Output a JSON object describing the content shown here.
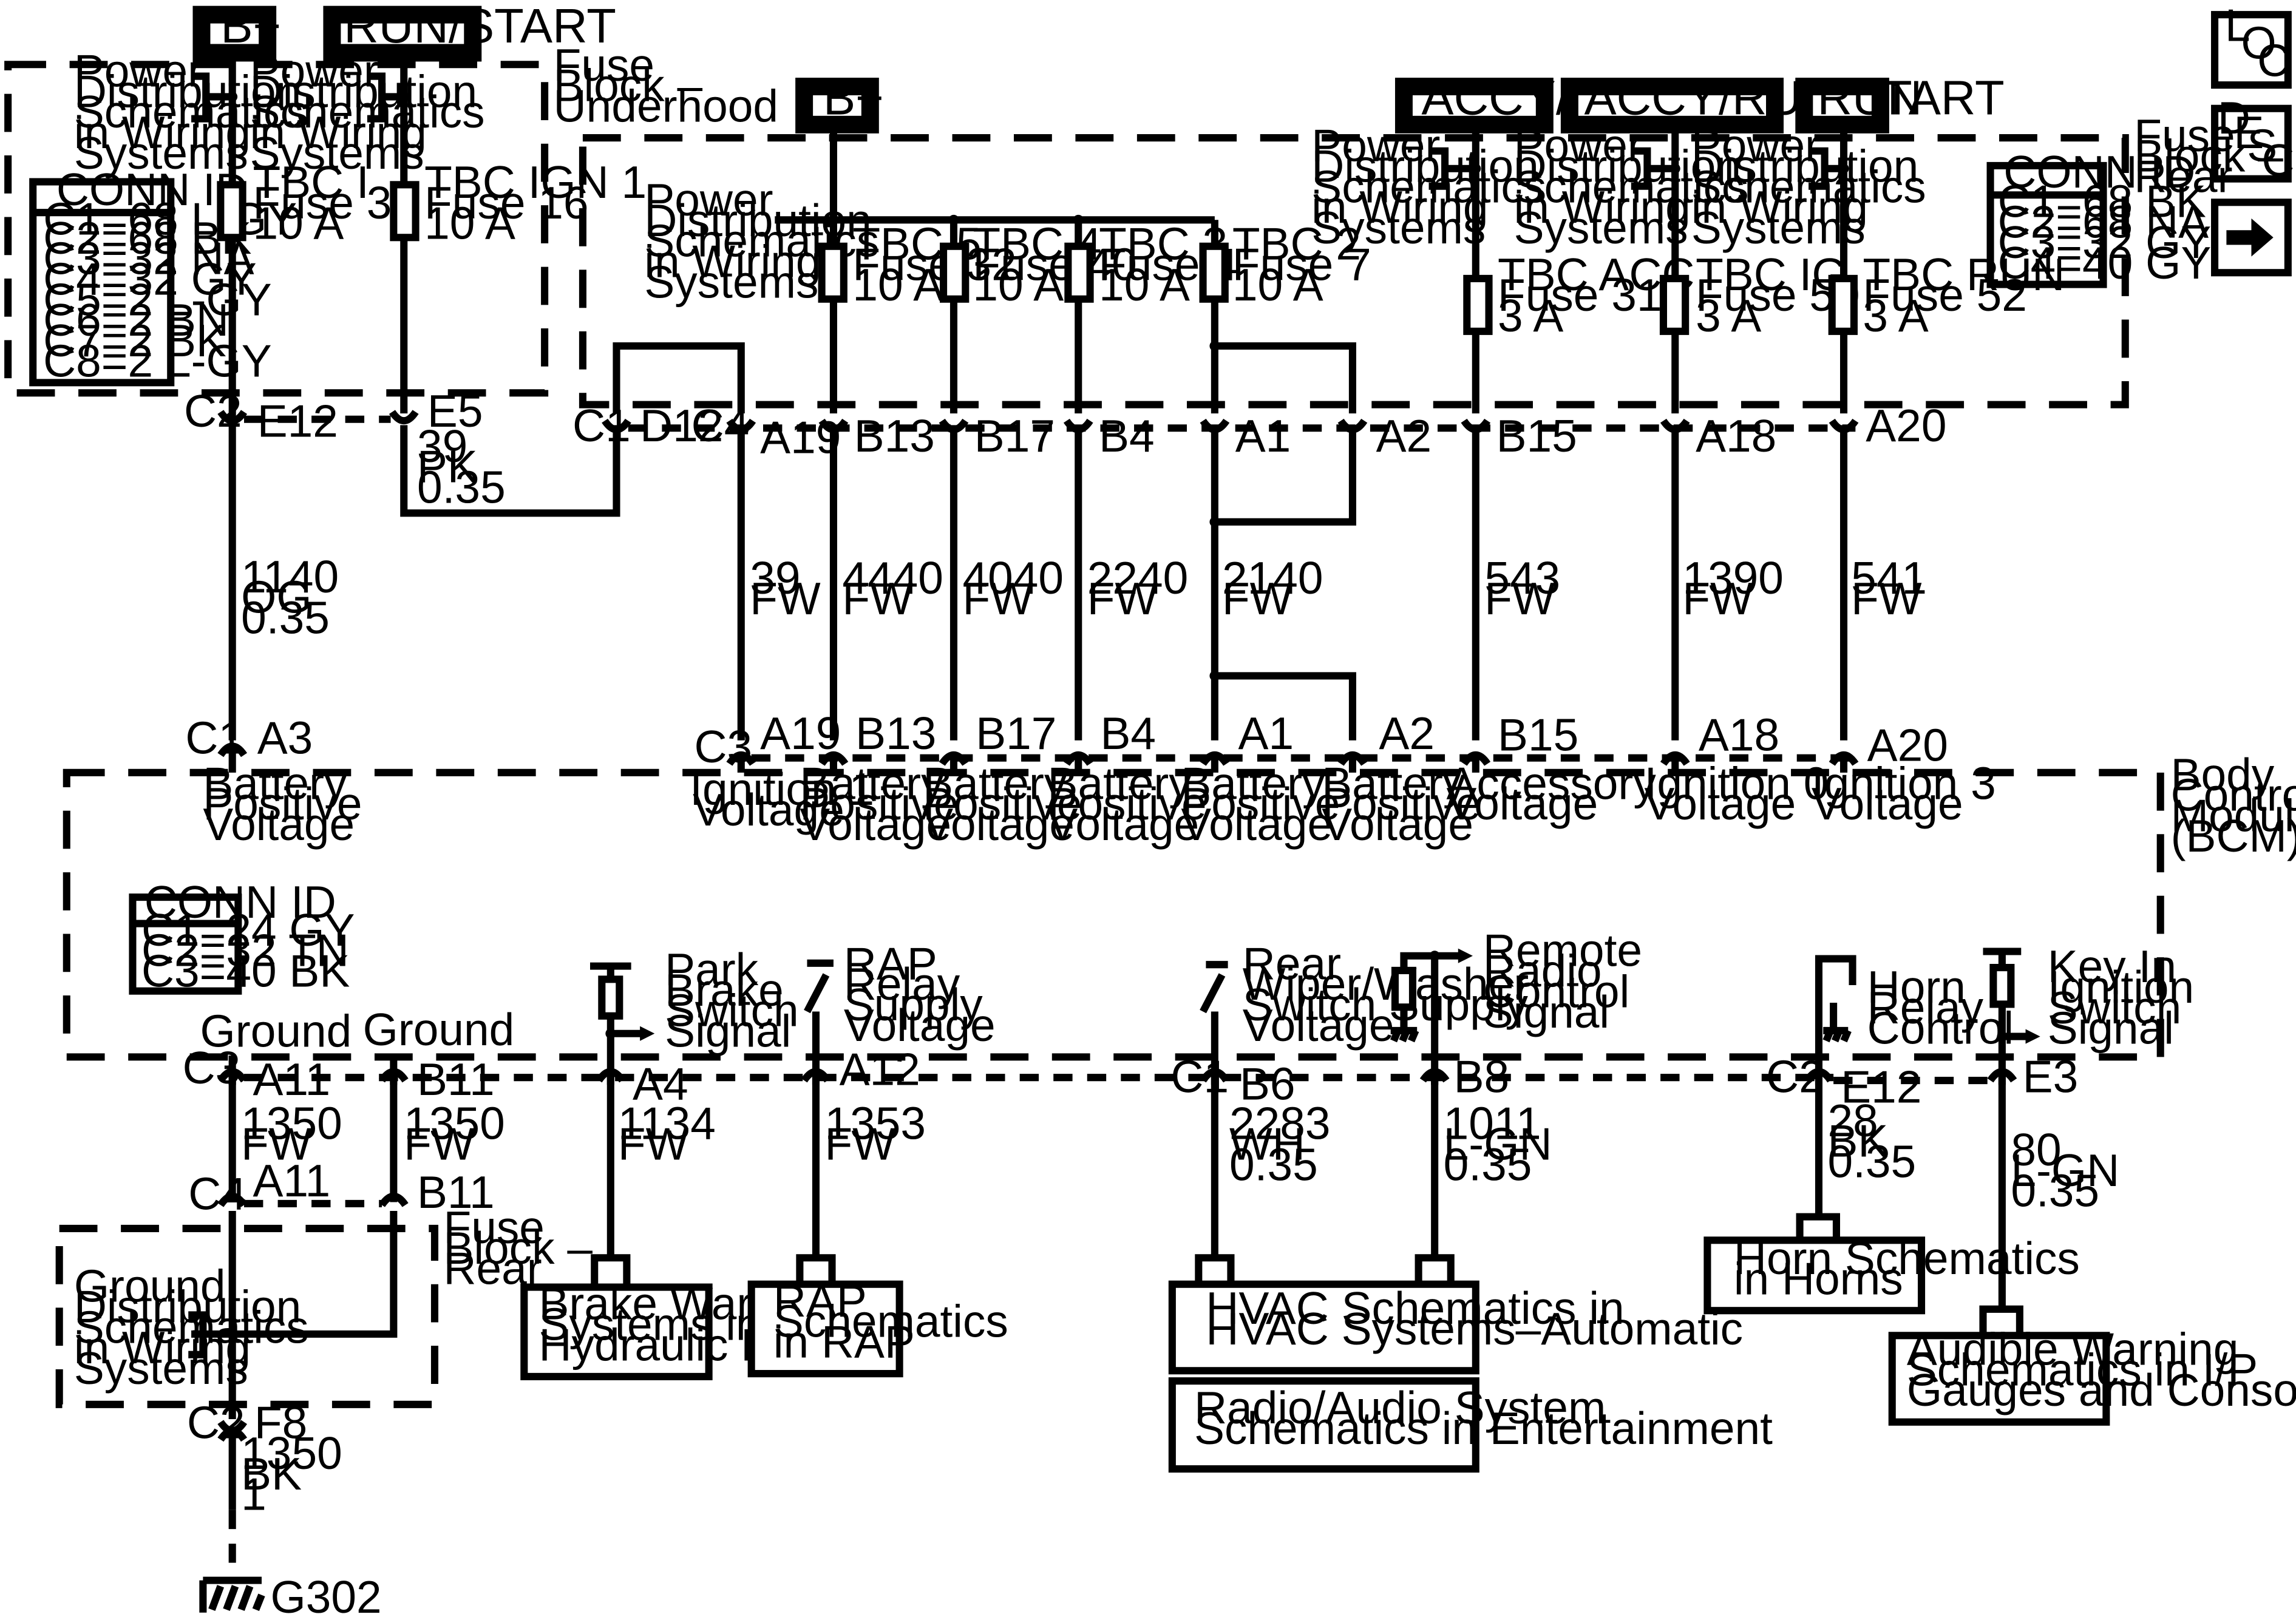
{
  "power_sources": [
    {
      "id": "bplus1",
      "label": "B+"
    },
    {
      "id": "runstart",
      "label": "RUN/START"
    },
    {
      "id": "bplus2",
      "label": "B+"
    },
    {
      "id": "accyrun",
      "label": "ACCY/RUN"
    },
    {
      "id": "accyrunstart",
      "label": "ACCY/RUN/START"
    },
    {
      "id": "run",
      "label": "RUN"
    }
  ],
  "nav": {
    "loc": [
      "L",
      "O",
      "C"
    ],
    "desc": [
      "D",
      "E",
      "S",
      "C"
    ],
    "arrow": "next-arrow"
  },
  "fuse_block_underhood": {
    "label": [
      "Fuse",
      "Block –",
      "Underhood"
    ],
    "pd_text": [
      "Power",
      "Distribution",
      "Schematics",
      "in Wiring",
      "Systems"
    ],
    "conn_id": {
      "title": "CONN ID",
      "rows": [
        "C1=68 L-GY",
        "C2=68 BK",
        "C3=32 NA",
        "C4=32 GY",
        "C5=2 L-GY",
        "C6=2 BN",
        "C7=2 BK",
        "C8=2 L-GY"
      ]
    },
    "fuses": [
      {
        "lines": [
          "TBC I",
          "Fuse 31",
          "10 A"
        ]
      },
      {
        "lines": [
          "TBC IGN 1",
          "Fuse 16",
          "10 A"
        ]
      }
    ],
    "pins": {
      "c2": "C2",
      "e12": "E12",
      "e5": "E5"
    }
  },
  "fuse_block_rear": {
    "label": [
      "Fuse",
      "Block –",
      "Rear"
    ],
    "pd_text": [
      "Power",
      "Distribution",
      "Schematics",
      "in Wiring",
      "Systems"
    ],
    "conn_id": {
      "title": "CONN ID",
      "rows": [
        "C1=68 BK",
        "C2=68 NA",
        "C3=32 GY",
        "C4=40 GY"
      ]
    },
    "fuses": [
      {
        "lines": [
          "TBC 5",
          "Fuse 32",
          "10 A"
        ]
      },
      {
        "lines": [
          "TBC 4",
          "Fuse 40",
          "10 A"
        ]
      },
      {
        "lines": [
          "TBC 3",
          "Fuse 4",
          "10 A"
        ]
      },
      {
        "lines": [
          "TBC 2",
          "Fuse 7",
          "10 A"
        ]
      },
      {
        "lines": [
          "TBC ACC",
          "Fuse 31",
          "3 A"
        ]
      },
      {
        "lines": [
          "TBC IG",
          "Fuse 50",
          "3 A"
        ]
      },
      {
        "lines": [
          "TBC RUN",
          "Fuse 52",
          "3 A"
        ]
      }
    ],
    "pins": {
      "c1": "C1",
      "d12": "D12",
      "c4": "C4",
      "a19": "A19",
      "b13": "B13",
      "b17": "B17",
      "b4": "B4",
      "a1": "A1",
      "a2": "A2",
      "b15": "B15",
      "a18": "A18",
      "a20": "A20"
    }
  },
  "wires_upper": [
    {
      "lines": [
        "1140",
        "OG",
        "0.35"
      ]
    },
    {
      "lines": [
        "39",
        "PK",
        "0.35"
      ]
    },
    {
      "lines": [
        "39",
        "FW"
      ]
    },
    {
      "lines": [
        "4440",
        "FW"
      ]
    },
    {
      "lines": [
        "4040",
        "FW"
      ]
    },
    {
      "lines": [
        "2240",
        "FW"
      ]
    },
    {
      "lines": [
        "2140",
        "FW"
      ]
    },
    {
      "lines": [
        "543",
        "FW"
      ]
    },
    {
      "lines": [
        "1390",
        "FW"
      ]
    },
    {
      "lines": [
        "541",
        "FW"
      ]
    }
  ],
  "bcm": {
    "label": [
      "Body",
      "Control",
      "Module",
      "(BCM)"
    ],
    "top_pins": {
      "c1": "C1",
      "a3": "A3",
      "c3": "C3",
      "a19": "A19",
      "b13": "B13",
      "b17": "B17",
      "b4": "B4",
      "a1": "A1",
      "a2": "A2",
      "b15": "B15",
      "a18": "A18",
      "a20": "A20"
    },
    "inputs": [
      {
        "lines": [
          "Battery",
          "Positive",
          "Voltage"
        ]
      },
      {
        "lines": [
          "Ignition 1",
          "Voltage"
        ]
      },
      {
        "lines": [
          "Battery",
          "Positive",
          "Voltage"
        ]
      },
      {
        "lines": [
          "Battery",
          "Positive",
          "Voltage"
        ]
      },
      {
        "lines": [
          "Battery",
          "Positive",
          "Voltage"
        ]
      },
      {
        "lines": [
          "Battery",
          "Positive",
          "Voltage"
        ]
      },
      {
        "lines": [
          "Battery",
          "Positive",
          "Voltage"
        ]
      },
      {
        "lines": [
          "Accessory",
          "Voltage"
        ]
      },
      {
        "lines": [
          "Ignition 0",
          "Voltage"
        ]
      },
      {
        "lines": [
          "Ignition 3",
          "Voltage"
        ]
      }
    ],
    "conn_id": {
      "title": "CONN ID",
      "rows": [
        "C1=24 GY",
        "C2=32 TN",
        "C3=40 BK"
      ]
    },
    "circuits": [
      {
        "lines": [
          "Park",
          "Brake",
          "Switch",
          "Signal"
        ]
      },
      {
        "lines": [
          "RAP",
          "Relay",
          "Supply",
          "Voltage"
        ]
      },
      {
        "lines": [
          "Rear",
          "Wiper/Washer",
          "Switch Supply",
          "Voltage"
        ]
      },
      {
        "lines": [
          "Remote",
          "Radio",
          "Control",
          "Signal"
        ]
      },
      {
        "lines": [
          "Horn",
          "Relay",
          "Control"
        ]
      },
      {
        "lines": [
          "Key In",
          "Ignition",
          "Switch",
          "Signal"
        ]
      }
    ],
    "grounds": [
      "Ground",
      "Ground"
    ],
    "bottom_pins": {
      "c3": "C3",
      "a11": "A11",
      "b11": "B11",
      "a4": "A4",
      "a12": "A12",
      "c1": "C1",
      "b6": "B6",
      "b8": "B8",
      "c2": "C2",
      "e12": "E12",
      "e3": "E3"
    }
  },
  "wires_lower": [
    {
      "lines": [
        "1350",
        "FW"
      ]
    },
    {
      "lines": [
        "1350",
        "FW"
      ]
    },
    {
      "lines": [
        "1134",
        "FW"
      ]
    },
    {
      "lines": [
        "1353",
        "FW"
      ]
    },
    {
      "lines": [
        "2283",
        "WH",
        "0.35"
      ]
    },
    {
      "lines": [
        "1011",
        "L-GN",
        "0.35"
      ]
    },
    {
      "lines": [
        "28",
        "BK",
        "0.35"
      ]
    },
    {
      "lines": [
        "80",
        "L-GN",
        "0.35"
      ]
    },
    {
      "lines": [
        "1350",
        "BK",
        "1"
      ]
    }
  ],
  "fuse_block_rear_lower": {
    "label": [
      "Fuse",
      "Block –",
      "Rear"
    ],
    "pins": {
      "c4": "C4",
      "a11": "A11",
      "b11": "B11",
      "c2": "C2",
      "f8": "F8"
    },
    "text": [
      "Ground",
      "Distribution",
      "Schematics",
      "in Wiring",
      "Systems"
    ]
  },
  "references": [
    {
      "lines": [
        "Brake Warning",
        "Systems in",
        "Hydraulic Brakes"
      ]
    },
    {
      "lines": [
        "RAP",
        "Schematics",
        "in RAP"
      ]
    },
    {
      "lines": [
        "HVAC Schematics in",
        "HVAC Systems–Automatic"
      ]
    },
    {
      "lines": [
        "Radio/Audio System",
        "Schematics in Entertainment"
      ]
    },
    {
      "lines": [
        "Horn Schematics",
        "in Horns"
      ]
    },
    {
      "lines": [
        "Audible Warning",
        "Schematics in I/P",
        "Gauges and Console"
      ]
    }
  ],
  "ground_label": "G302"
}
